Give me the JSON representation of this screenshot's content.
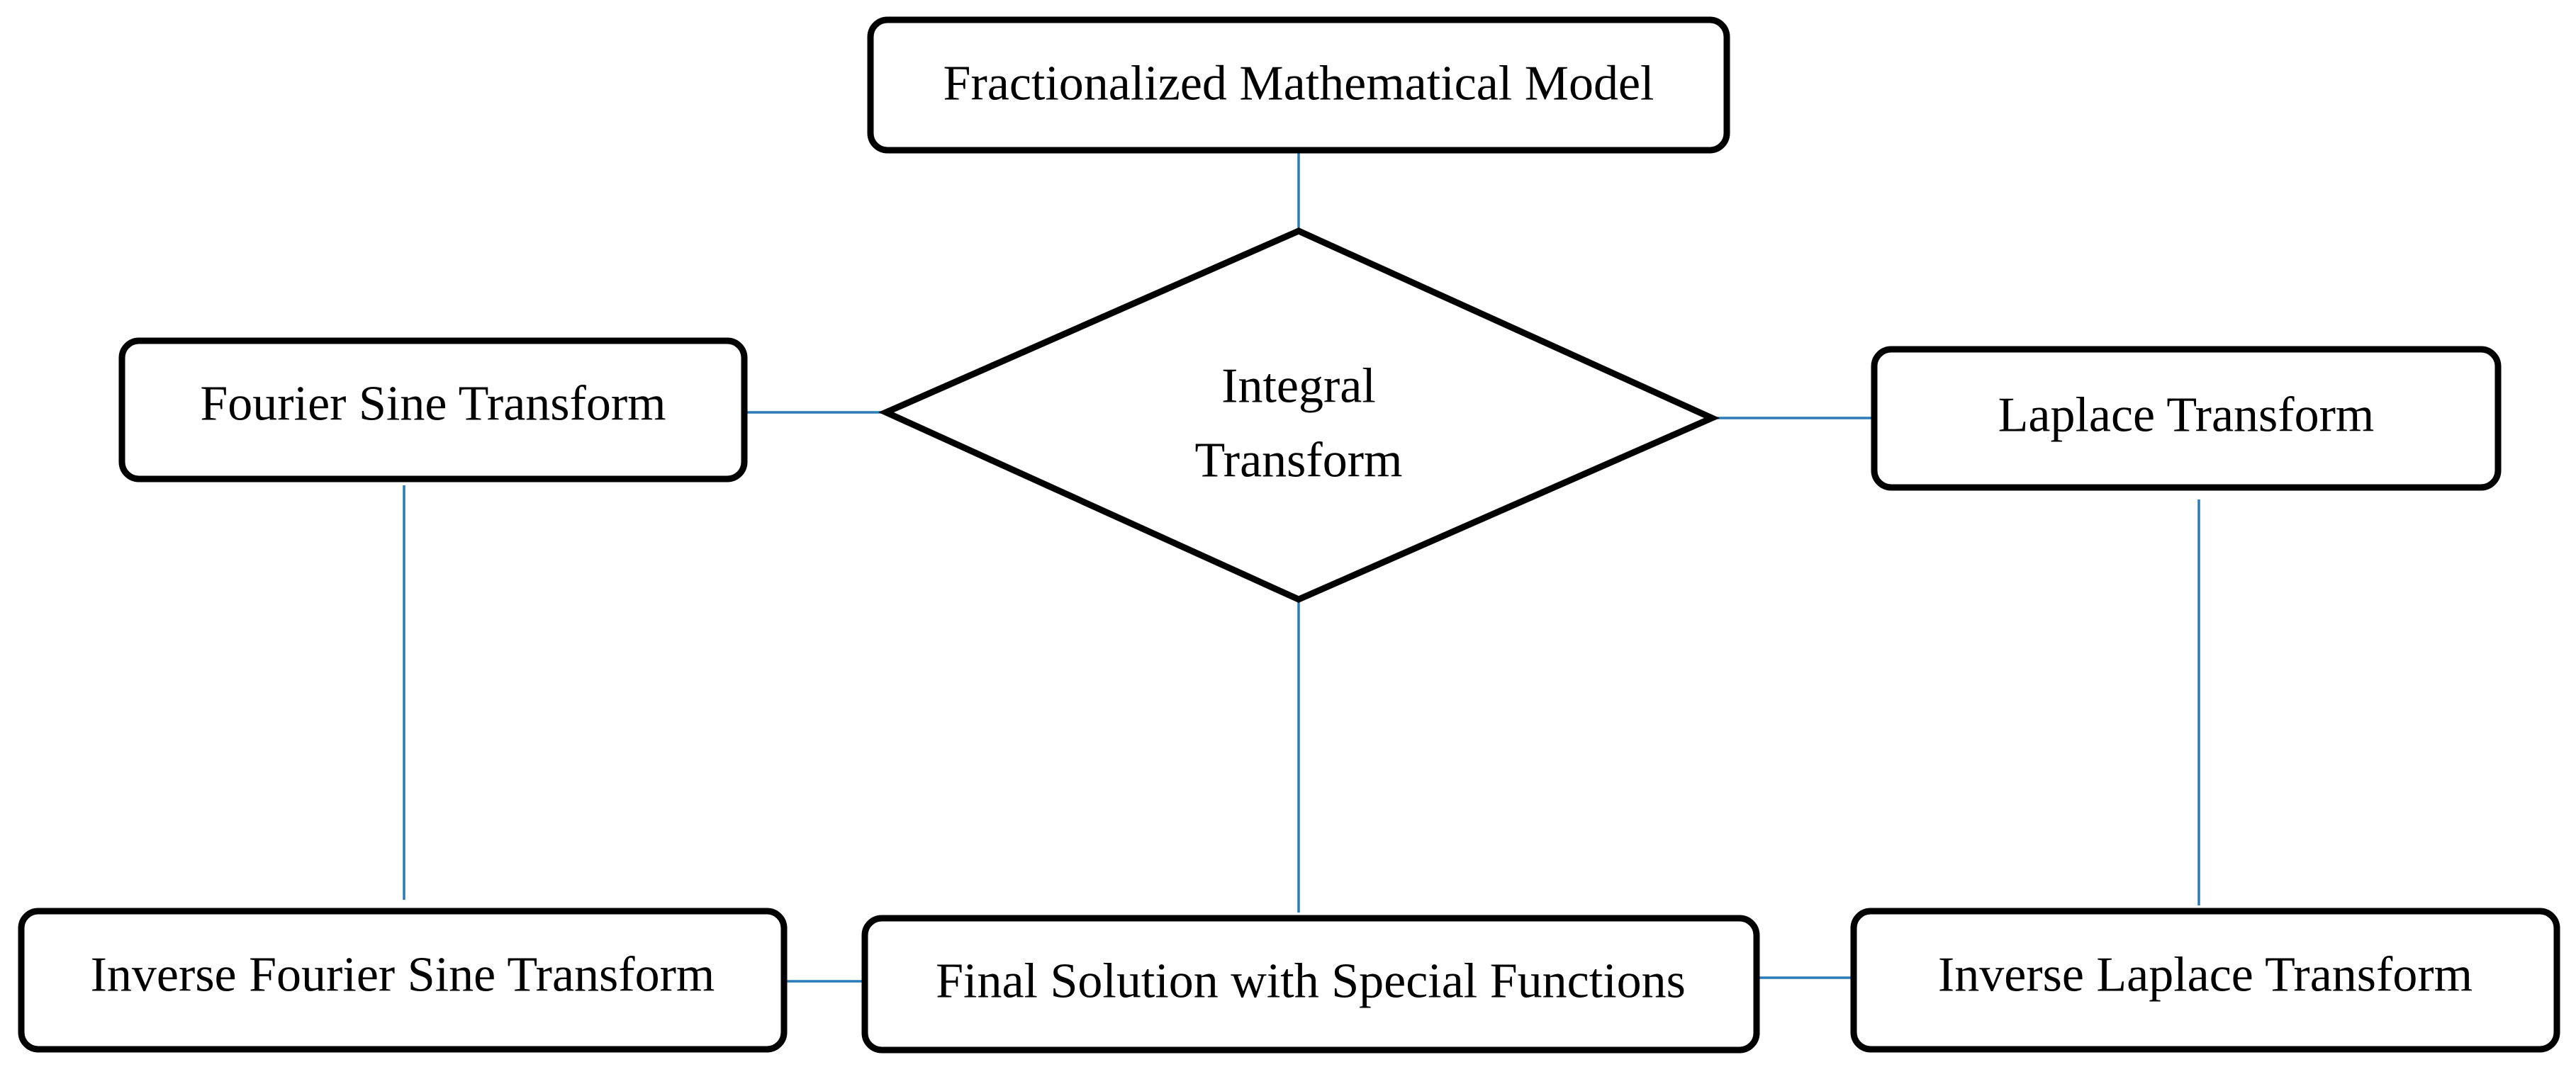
{
  "diagram": {
    "nodes": {
      "model": {
        "label": "Fractionalized Mathematical Model"
      },
      "integral": {
        "line1": "Integral",
        "line2": "Transform"
      },
      "fourier": {
        "label": "Fourier Sine Transform"
      },
      "laplace": {
        "label": "Laplace Transform"
      },
      "inverse_fourier": {
        "label": "Inverse Fourier Sine Transform"
      },
      "final": {
        "label": "Final Solution with Special Functions"
      },
      "inverse_laplace": {
        "label": "Inverse Laplace Transform"
      }
    },
    "colors": {
      "box_stroke": "#000000",
      "connector": "#2b7bb9",
      "background": "#ffffff"
    }
  }
}
